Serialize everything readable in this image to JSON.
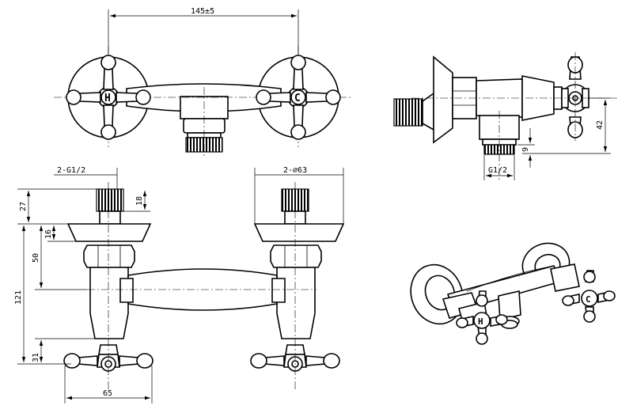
{
  "drawing": {
    "top_view": {
      "center_distance": "145±5",
      "hot_mark": "H",
      "cold_mark": "C"
    },
    "side_view": {
      "height": "42",
      "outlet_offset": "9",
      "outlet_thread": "G1/2"
    },
    "front_view": {
      "inlet_thread": "2-G1/2",
      "flange_diameter": "2-∅63",
      "thread_length": "18",
      "inlet_height": "27",
      "flange_thickness": "16",
      "nut_height": "50",
      "total_height": "121",
      "handle_height": "31",
      "handle_width": "65"
    },
    "iso_view": {
      "hot_mark": "H",
      "cold_mark": "C"
    }
  }
}
